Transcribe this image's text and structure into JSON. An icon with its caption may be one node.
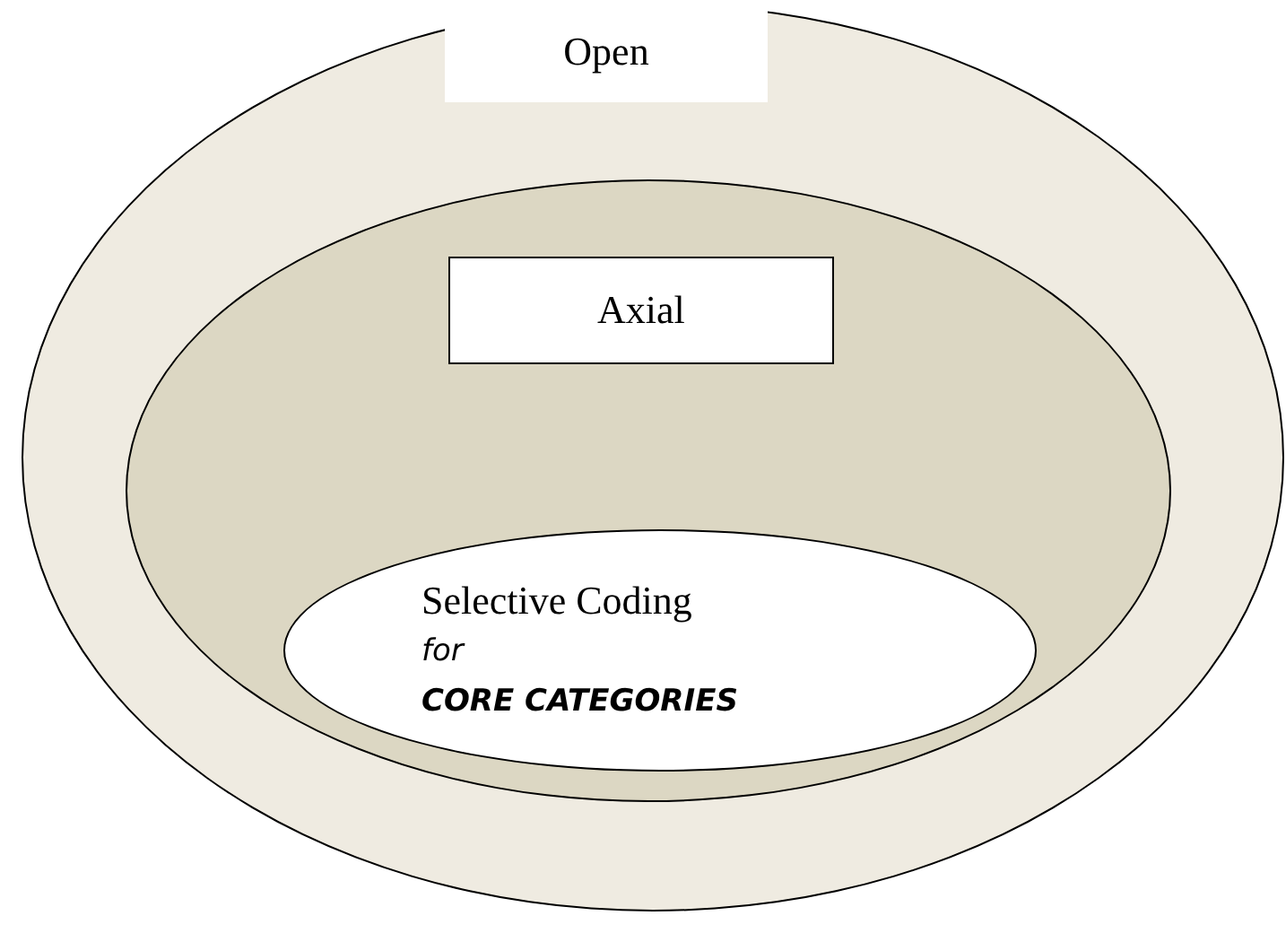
{
  "diagram": {
    "nodes": [
      {
        "text": [],
        "shape": "ellipse"
      },
      {
        "text": [
          "Open"
        ],
        "in": 0
      },
      {
        "text": [],
        "shape": "ellipse",
        "in": 0
      },
      {
        "text": [
          "Axial"
        ],
        "in": 2
      },
      {
        "text": [
          "Selective Coding",
          "for",
          "CORE CATEGORIES"
        ],
        "in": 2
      }
    ]
  }
}
